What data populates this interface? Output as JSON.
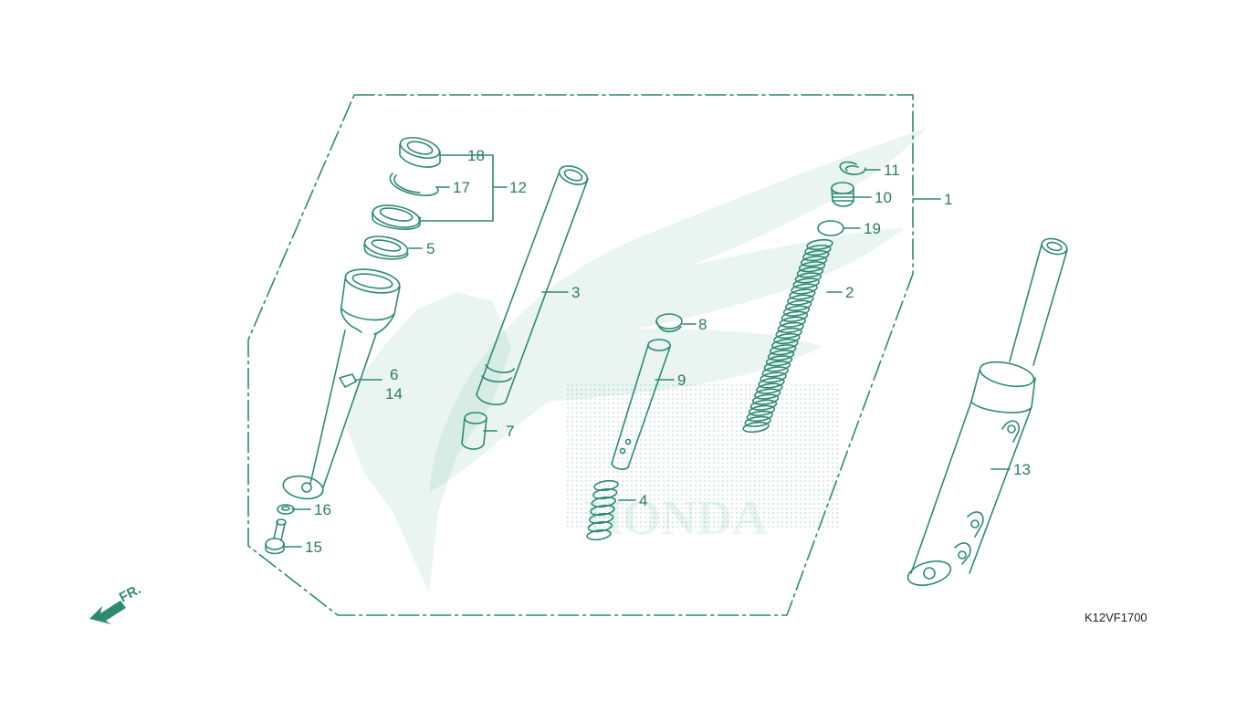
{
  "diagram_code": "K12VF1700",
  "front_marker": "FR.",
  "accent_color": "#2d8a72",
  "watermark_text": "HONDA",
  "parts": [
    {
      "id": "1",
      "label": "1"
    },
    {
      "id": "2",
      "label": "2"
    },
    {
      "id": "3",
      "label": "3"
    },
    {
      "id": "4",
      "label": "4"
    },
    {
      "id": "5",
      "label": "5"
    },
    {
      "id": "6",
      "label": "6"
    },
    {
      "id": "7",
      "label": "7"
    },
    {
      "id": "8",
      "label": "8"
    },
    {
      "id": "9",
      "label": "9"
    },
    {
      "id": "10",
      "label": "10"
    },
    {
      "id": "11",
      "label": "11"
    },
    {
      "id": "12",
      "label": "12"
    },
    {
      "id": "13",
      "label": "13"
    },
    {
      "id": "14",
      "label": "14"
    },
    {
      "id": "15",
      "label": "15"
    },
    {
      "id": "16",
      "label": "16"
    },
    {
      "id": "17",
      "label": "17"
    },
    {
      "id": "18",
      "label": "18"
    },
    {
      "id": "19",
      "label": "19"
    }
  ]
}
